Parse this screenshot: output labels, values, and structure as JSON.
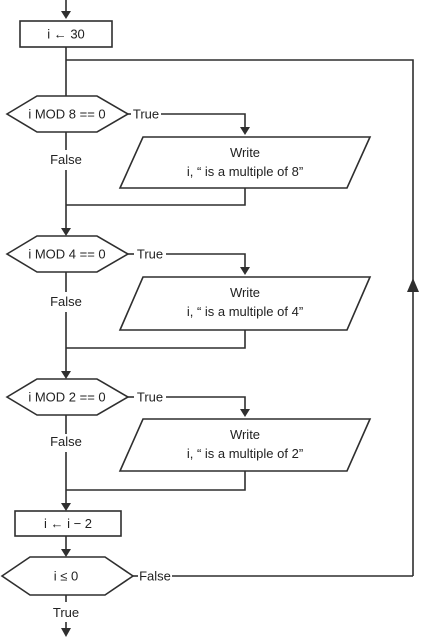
{
  "start_process": "i ← 30",
  "loop": [
    {
      "condition": "i MOD 8 == 0",
      "true_label": "True",
      "false_label": "False",
      "output_line1": "Write",
      "output_line2": "i, “ is a multiple of 8”"
    },
    {
      "condition": "i MOD 4 == 0",
      "true_label": "True",
      "false_label": "False",
      "output_line1": "Write",
      "output_line2": "i, “ is a multiple of 4”"
    },
    {
      "condition": "i MOD 2 == 0",
      "true_label": "True",
      "false_label": "False",
      "output_line1": "Write",
      "output_line2": "i, “ is a multiple of 2”"
    }
  ],
  "decrement_process": "i ← i − 2",
  "exit_decision": {
    "condition": "i ≤ 0",
    "false_label": "False",
    "true_label": "True"
  }
}
